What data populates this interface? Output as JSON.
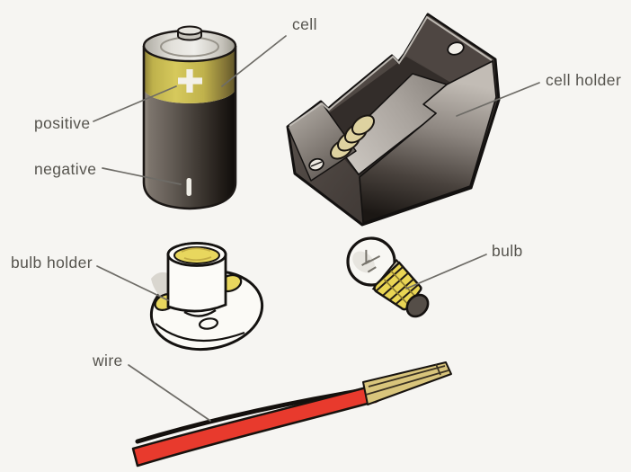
{
  "diagram": {
    "subject": "electric circuit components",
    "labels": {
      "cell": "cell",
      "positive": "positive",
      "negative": "negative",
      "cell_holder": "cell holder",
      "bulb_holder": "bulb holder",
      "bulb": "bulb",
      "wire": "wire"
    },
    "battery_markings": {
      "positive_symbol": "+",
      "negative_symbol": "−"
    },
    "colors": {
      "background": "#f6f5f2",
      "label_text": "#56544e",
      "leader_line": "#6e6c67",
      "outline_black": "#151210",
      "battery_yellow": "#d2c456",
      "battery_body_dark": "#3f3933",
      "battery_cap_silver": "#e2e0da",
      "holder_dark": "#453e3a",
      "holder_floor_gray": "#a9a39d",
      "spring_cream": "#ded2a0",
      "accent_yellow": "#e8d75e",
      "bulb_base_yellow": "#e9d554",
      "holder_white": "#fbfaf6",
      "wire_red": "#e83a2d",
      "wire_strand_tan": "#d9c57c"
    }
  }
}
